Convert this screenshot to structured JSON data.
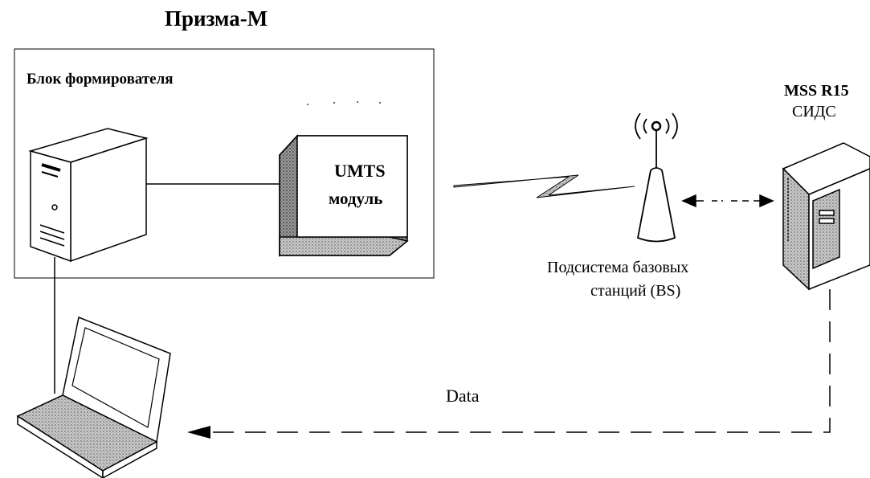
{
  "title": "Призма-М",
  "block_label": "Блок формирователя",
  "umts_module": {
    "line1": "UMTS",
    "line2": "модуль"
  },
  "base_station": {
    "line1": "Подсистема базовых",
    "line2": "станций (BS)"
  },
  "mss": {
    "line1": "MSS R15",
    "line2": "СИДС"
  },
  "flow_label": "Data",
  "icons": [
    "server-icon",
    "umts-module-icon",
    "radio-link-icon",
    "antenna-icon",
    "rack-server-icon",
    "laptop-icon"
  ]
}
